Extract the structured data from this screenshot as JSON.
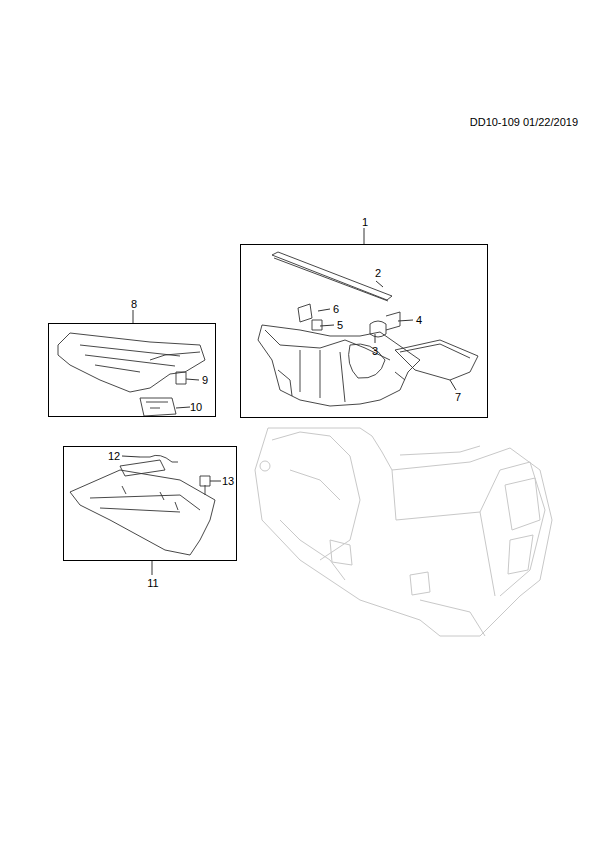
{
  "diagram": {
    "nodes": [
      {
        "text": [
          "1"
        ]
      },
      {
        "text": [
          "8"
        ]
      },
      {
        "text": [
          "11"
        ]
      }
    ],
    "labels": [
      "DD10-109 01/22/2019",
      "2",
      "6",
      "5",
      "4",
      "3",
      "7",
      "9",
      "10",
      "12",
      "13"
    ]
  }
}
